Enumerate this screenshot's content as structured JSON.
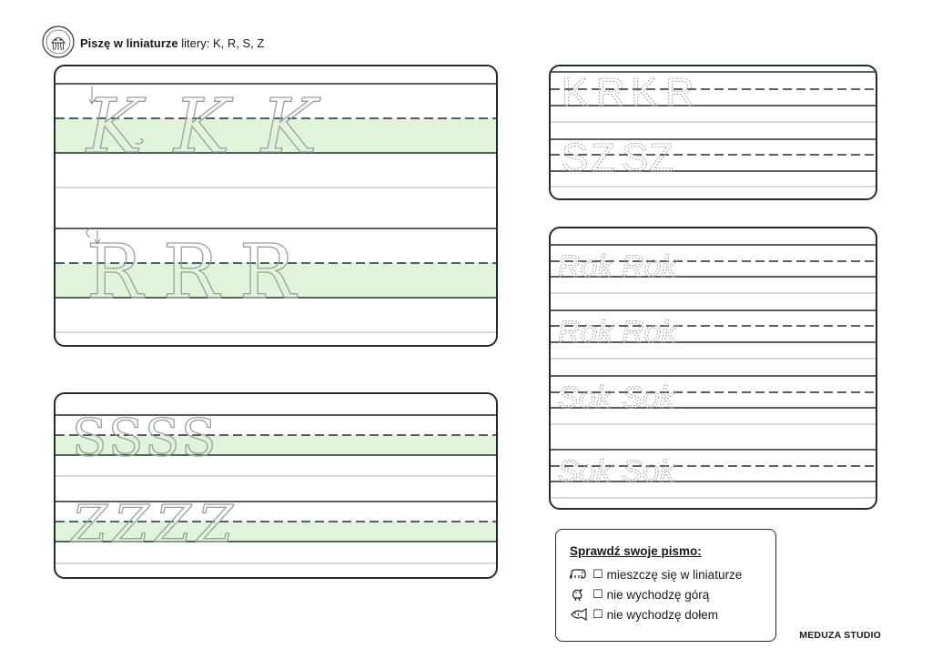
{
  "header": {
    "title_bold": "Piszę w liniaturze",
    "title_rest": " litery: K, R, S, Z"
  },
  "exercises": {
    "panel_kr": {
      "rows": [
        {
          "letters": [
            "K",
            "K",
            "K"
          ]
        },
        {
          "letters": [
            "R",
            "R",
            "R"
          ]
        }
      ]
    },
    "panel_sz": {
      "rows": [
        {
          "letters": [
            "S",
            "S",
            "S",
            "S"
          ]
        },
        {
          "letters": [
            "Z",
            "Z",
            "Z",
            "Z"
          ]
        }
      ]
    },
    "panel_small": {
      "rows": [
        {
          "letters": [
            "K",
            "R",
            "K",
            "R"
          ]
        },
        {
          "letters": [
            "S",
            "Z",
            "S",
            "Z"
          ]
        }
      ]
    },
    "panel_words": {
      "rows": [
        {
          "words": [
            "Rok",
            "Rok"
          ]
        },
        {
          "words": [
            "Rok",
            "Rok"
          ]
        },
        {
          "words": [
            "Sok",
            "Sok"
          ]
        },
        {
          "words": [
            "Sok",
            "Sok"
          ]
        }
      ]
    }
  },
  "checklist": {
    "title": "Sprawdź swoje pismo:",
    "checkbox_glyph": "☐",
    "items": [
      {
        "icon": "elephant-icon",
        "label": "mieszczę się w liniaturze"
      },
      {
        "icon": "bird-icon",
        "label": "nie wychodzę górą"
      },
      {
        "icon": "fish-icon",
        "label": "nie wychodzę dołem"
      }
    ]
  },
  "footer": {
    "brand": "MEDUZA STUDIO"
  },
  "colors": {
    "line_dark": "#222c33",
    "line_light": "#c4c4c4",
    "band_green": "#e2f3dc",
    "glyph_gray": "#9aa09a"
  }
}
